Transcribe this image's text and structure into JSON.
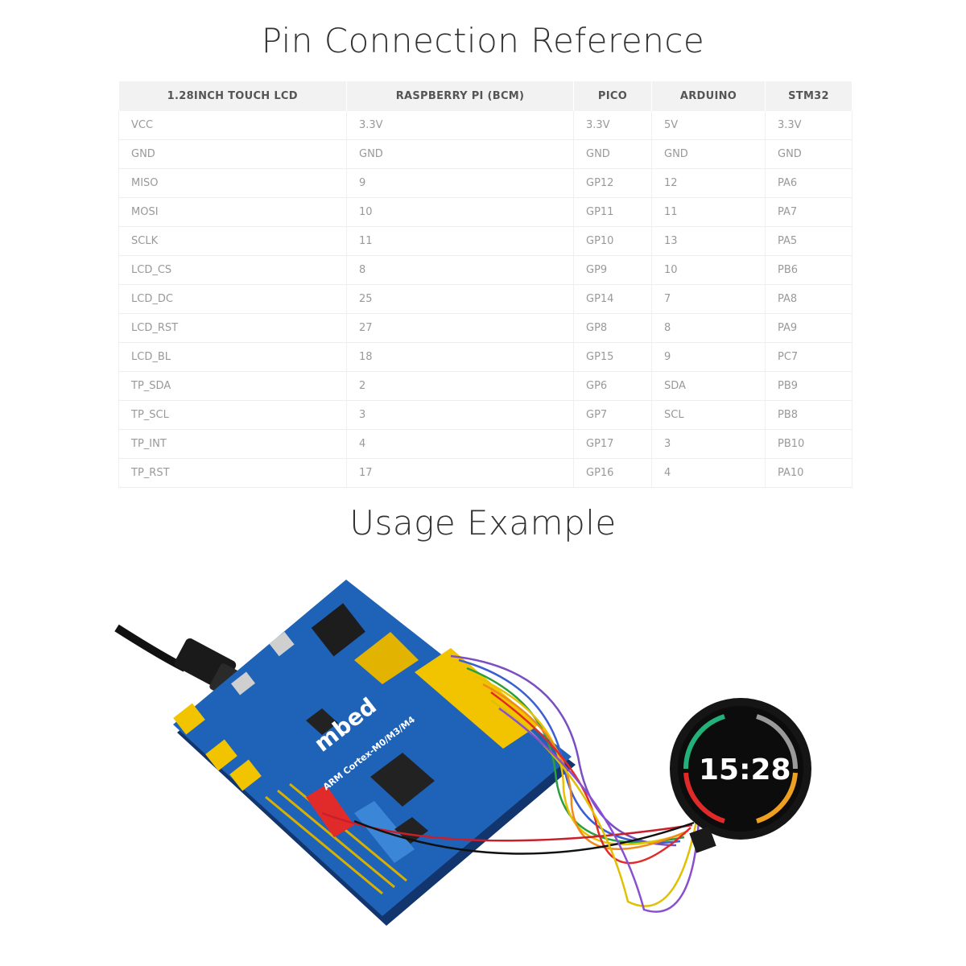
{
  "titles": {
    "pin_reference": "Pin Connection Reference",
    "usage": "Usage Example"
  },
  "table": {
    "headers": [
      "1.28INCH TOUCH LCD",
      "RASPBERRY PI (BCM)",
      "PICO",
      "ARDUINO",
      "STM32"
    ],
    "rows": [
      [
        "VCC",
        "3.3V",
        "3.3V",
        "5V",
        "3.3V"
      ],
      [
        "GND",
        "GND",
        "GND",
        "GND",
        "GND"
      ],
      [
        "MISO",
        "9",
        "GP12",
        "12",
        "PA6"
      ],
      [
        "MOSI",
        "10",
        "GP11",
        "11",
        "PA7"
      ],
      [
        "SCLK",
        "11",
        "GP10",
        "13",
        "PA5"
      ],
      [
        "LCD_CS",
        "8",
        "GP9",
        "10",
        "PB6"
      ],
      [
        "LCD_DC",
        "25",
        "GP14",
        "7",
        "PA8"
      ],
      [
        "LCD_RST",
        "27",
        "GP8",
        "8",
        "PA9"
      ],
      [
        "LCD_BL",
        "18",
        "GP15",
        "9",
        "PC7"
      ],
      [
        "TP_SDA",
        "2",
        "GP6",
        "SDA",
        "PB9"
      ],
      [
        "TP_SCL",
        "3",
        "GP7",
        "SCL",
        "PB8"
      ],
      [
        "TP_INT",
        "4",
        "GP17",
        "3",
        "PB10"
      ],
      [
        "TP_RST",
        "17",
        "GP16",
        "4",
        "PA10"
      ]
    ]
  },
  "photo": {
    "board_label": "mbed",
    "board_sub": "ARM Cortex-M0/M3/M4",
    "display_time": "15:28"
  },
  "colors": {
    "board_blue": "#1f63b8",
    "header_yellow": "#f2c400",
    "header_red": "#e12b2b",
    "header_bg": "#f2f2f2"
  }
}
